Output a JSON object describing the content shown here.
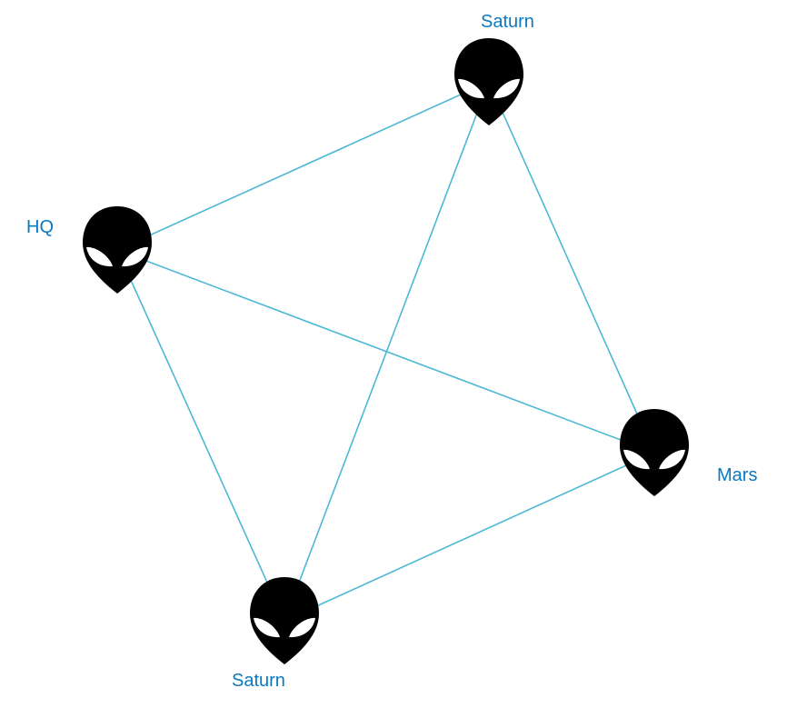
{
  "diagram": {
    "type": "network-topology",
    "edge_color": "#4db8d6",
    "label_color": "#0a78c2",
    "node_icon": "alien-head-icon",
    "nodes": [
      {
        "id": "saturn-top",
        "label": "Saturn"
      },
      {
        "id": "hq",
        "label": "HQ"
      },
      {
        "id": "mars",
        "label": "Mars"
      },
      {
        "id": "saturn-bottom",
        "label": "Saturn"
      }
    ],
    "edges": [
      {
        "from": "hq",
        "to": "saturn-top"
      },
      {
        "from": "hq",
        "to": "mars"
      },
      {
        "from": "hq",
        "to": "saturn-bottom"
      },
      {
        "from": "saturn-top",
        "to": "mars"
      },
      {
        "from": "saturn-top",
        "to": "saturn-bottom"
      },
      {
        "from": "mars",
        "to": "saturn-bottom"
      }
    ]
  }
}
